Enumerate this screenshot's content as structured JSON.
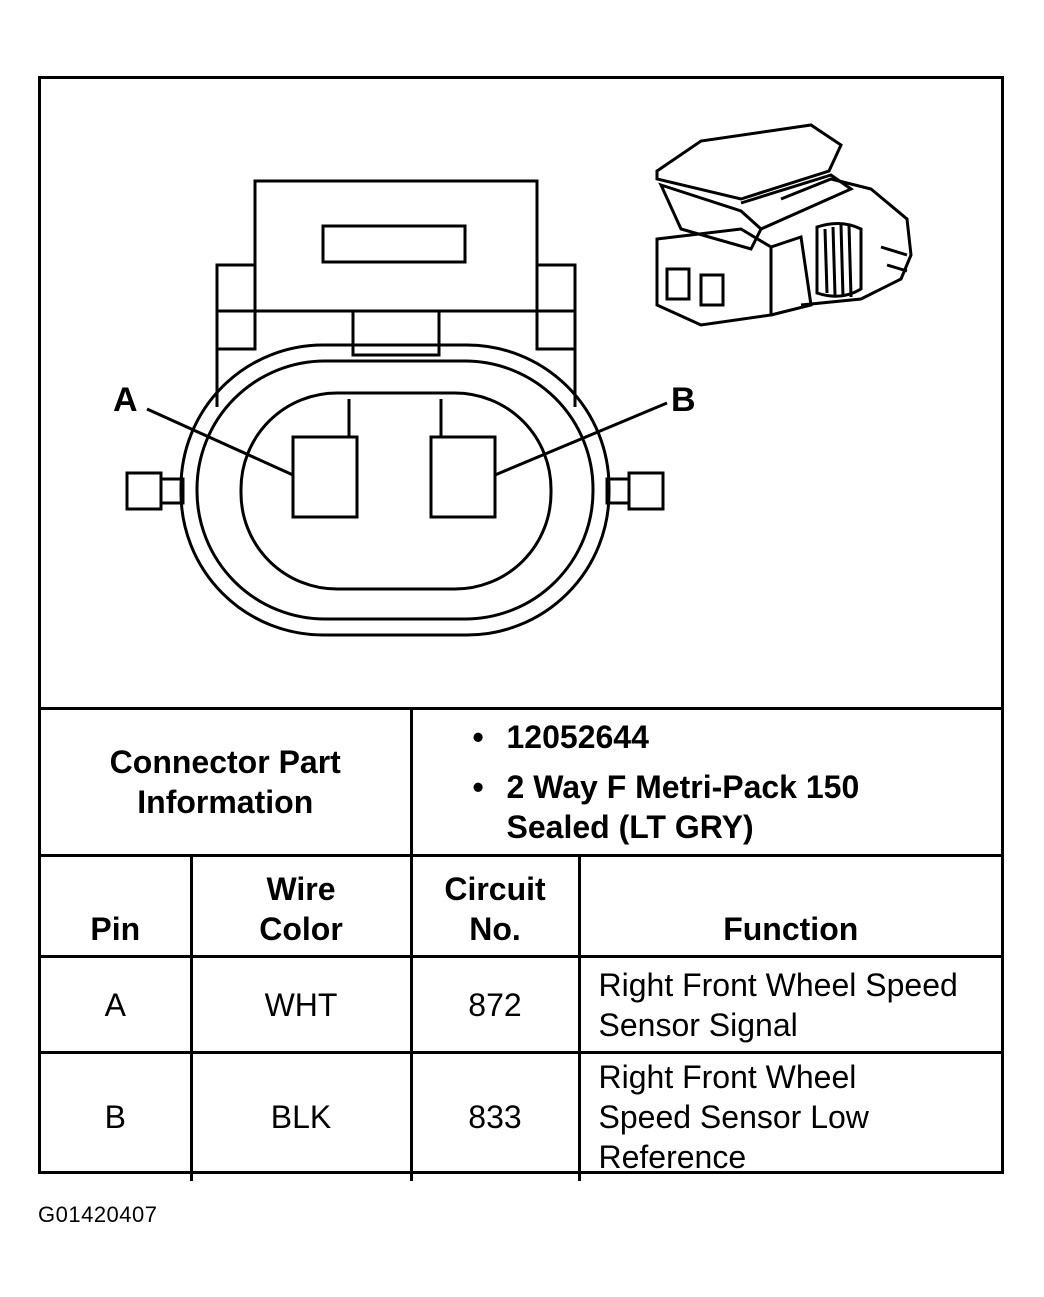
{
  "diagram": {
    "pin_a_label": "A",
    "pin_b_label": "B"
  },
  "part_info": {
    "label": "Connector Part Information",
    "items": [
      "12052644",
      "2 Way F Metri-Pack 150 Sealed (LT GRY)"
    ]
  },
  "table": {
    "headers": [
      "Pin",
      "Wire Color",
      "Circuit No.",
      "Function"
    ],
    "rows": [
      {
        "pin": "A",
        "wire_color": "WHT",
        "circuit": "872",
        "function": "Right Front Wheel Speed Sensor Signal"
      },
      {
        "pin": "B",
        "wire_color": "BLK",
        "circuit": "833",
        "function": "Right Front Wheel Speed Sensor Low Reference"
      }
    ]
  },
  "footer_code": "G01420407"
}
